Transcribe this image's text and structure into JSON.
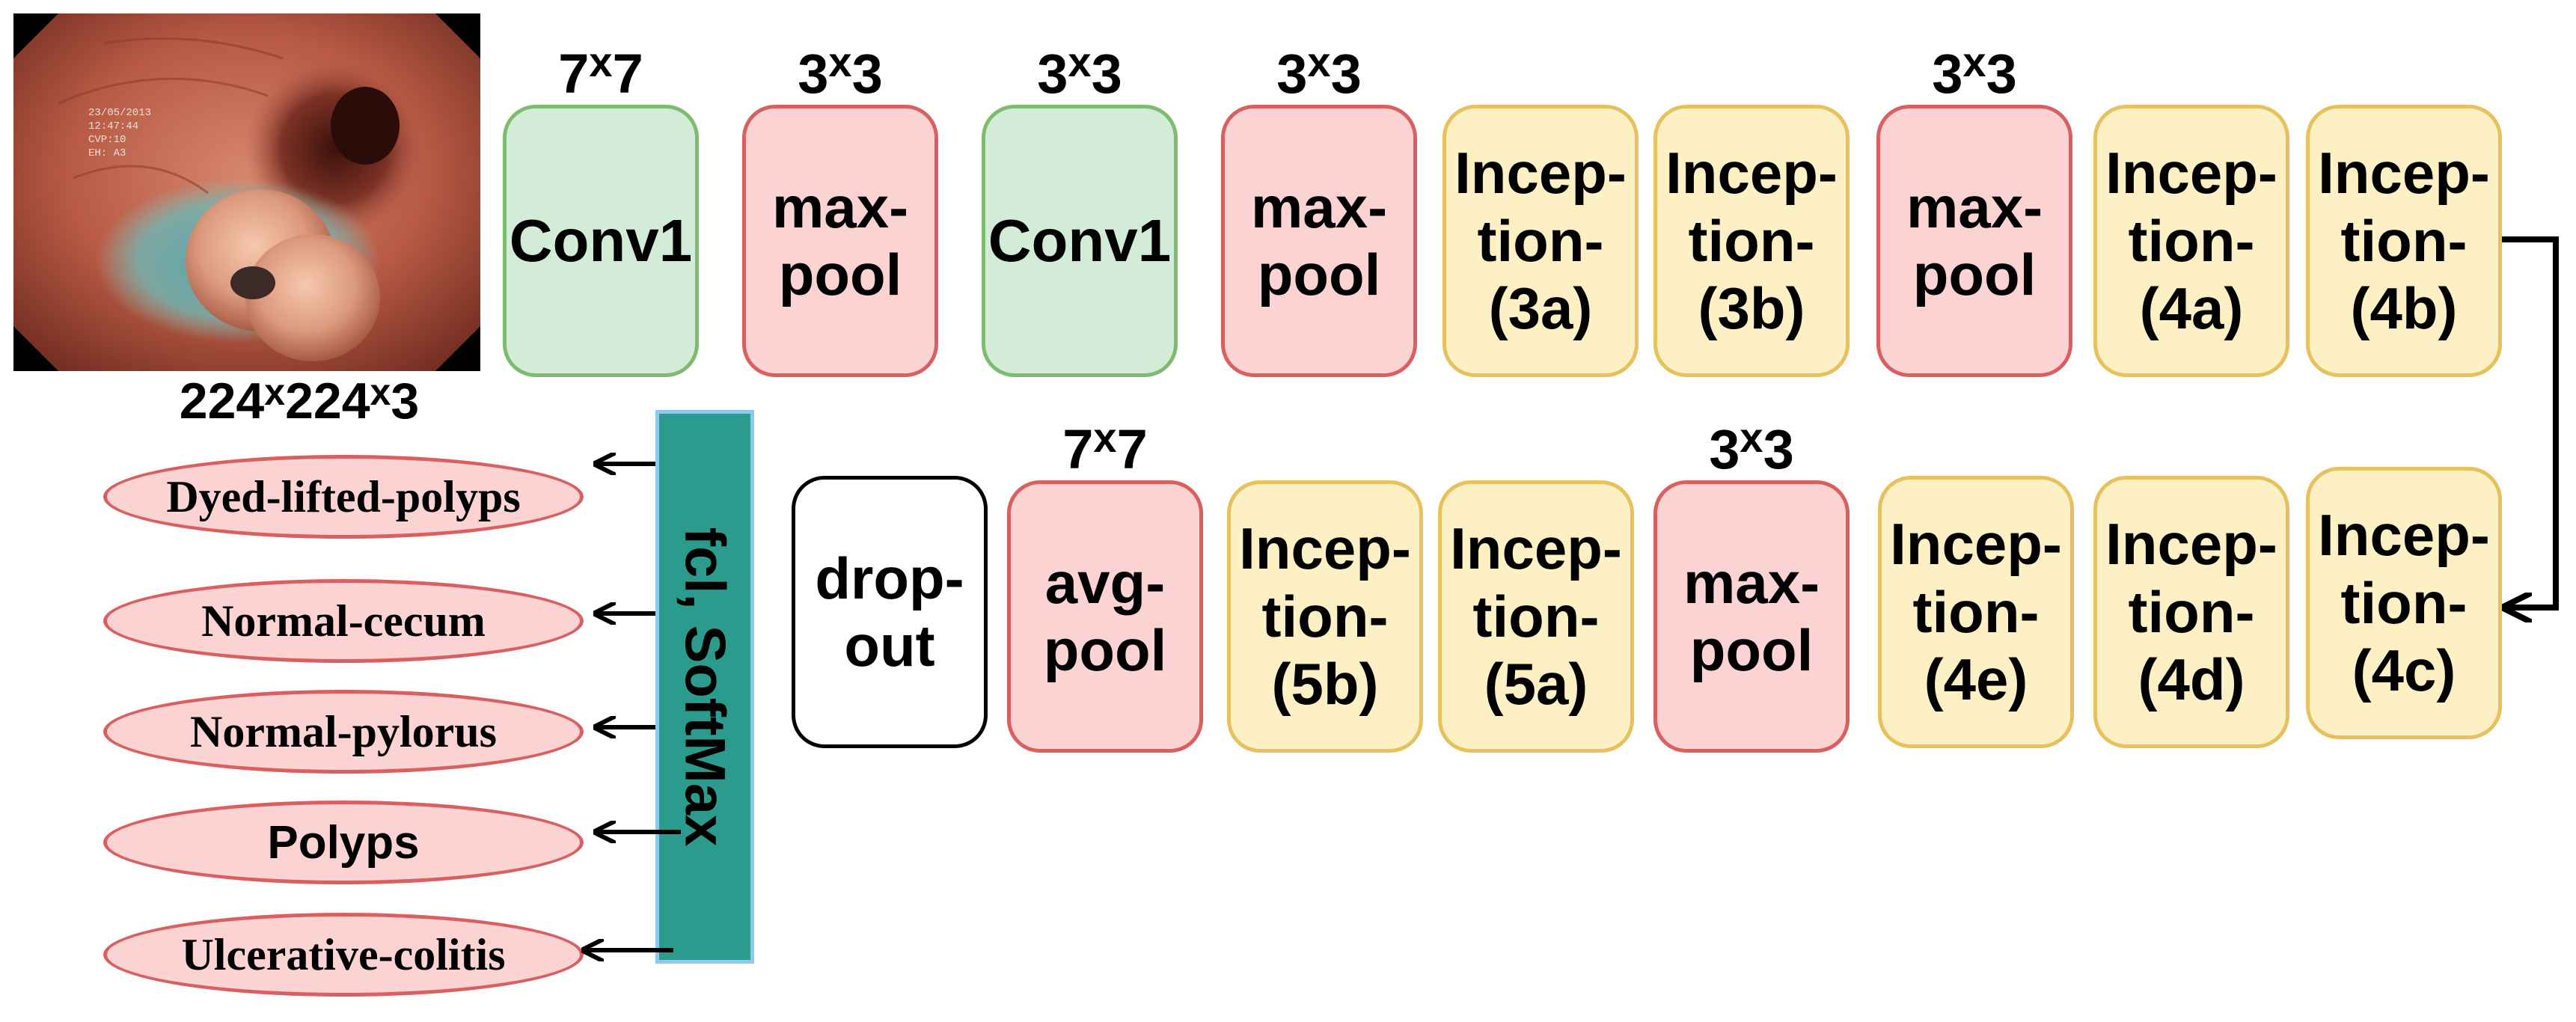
{
  "input": {
    "size": [
      "224",
      "224",
      "3"
    ]
  },
  "pipeline": {
    "row1": [
      {
        "id": "conv1-a",
        "kind": "conv",
        "label": "Conv1",
        "kernel": [
          "7",
          "7"
        ]
      },
      {
        "id": "maxpool-1",
        "kind": "pool",
        "label": "max-\npool",
        "kernel": [
          "3",
          "3"
        ]
      },
      {
        "id": "conv1-b",
        "kind": "conv",
        "label": "Conv1",
        "kernel": [
          "3",
          "3"
        ]
      },
      {
        "id": "maxpool-2",
        "kind": "pool",
        "label": "max-\npool",
        "kernel": [
          "3",
          "3"
        ]
      },
      {
        "id": "inception-3a",
        "kind": "incep",
        "label": "Incep-\ntion-\n(3a)",
        "kernel": null
      },
      {
        "id": "inception-3b",
        "kind": "incep",
        "label": "Incep-\ntion-\n(3b)",
        "kernel": null
      },
      {
        "id": "maxpool-3",
        "kind": "pool",
        "label": "max-\npool",
        "kernel": [
          "3",
          "3"
        ]
      },
      {
        "id": "inception-4a",
        "kind": "incep",
        "label": "Incep-\ntion-\n(4a)",
        "kernel": null
      },
      {
        "id": "inception-4b",
        "kind": "incep",
        "label": "Incep-\ntion-\n(4b)",
        "kernel": null
      }
    ],
    "row2": [
      {
        "id": "dropout",
        "kind": "drop",
        "label": "drop-\nout",
        "kernel": null
      },
      {
        "id": "avgpool",
        "kind": "pool",
        "label": "avg-\npool",
        "kernel": [
          "7",
          "7"
        ]
      },
      {
        "id": "inception-5b",
        "kind": "incep",
        "label": "Incep-\ntion-\n(5b)",
        "kernel": null
      },
      {
        "id": "inception-5a",
        "kind": "incep",
        "label": "Incep-\ntion-\n(5a)",
        "kernel": null
      },
      {
        "id": "maxpool-4",
        "kind": "pool",
        "label": "max-\npool",
        "kernel": [
          "3",
          "3"
        ]
      },
      {
        "id": "inception-4e",
        "kind": "incep",
        "label": "Incep-\ntion-\n(4e)",
        "kernel": null
      },
      {
        "id": "inception-4d",
        "kind": "incep",
        "label": "Incep-\ntion-\n(4d)",
        "kernel": null
      },
      {
        "id": "inception-4c",
        "kind": "incep",
        "label": "Incep-\ntion-\n(4c)",
        "kernel": null
      }
    ]
  },
  "output": {
    "layer_label": "fcl, SoftMax",
    "classes": [
      "Dyed-lifted-polyps",
      "Normal-cecum",
      "Normal-pylorus",
      "Polyps",
      "Ulcerative-colitis"
    ]
  },
  "colors": {
    "conv_fill": "#d2ecd8",
    "conv_border": "#7dbb6e",
    "pool_fill": "#fbd3d3",
    "pool_border": "#d95f60",
    "inception_fill": "#fdf0c4",
    "inception_border": "#e6c15c",
    "fc_fill": "#2b9b8e",
    "fc_border": "#8ec9ee",
    "arrow": "#000000"
  }
}
